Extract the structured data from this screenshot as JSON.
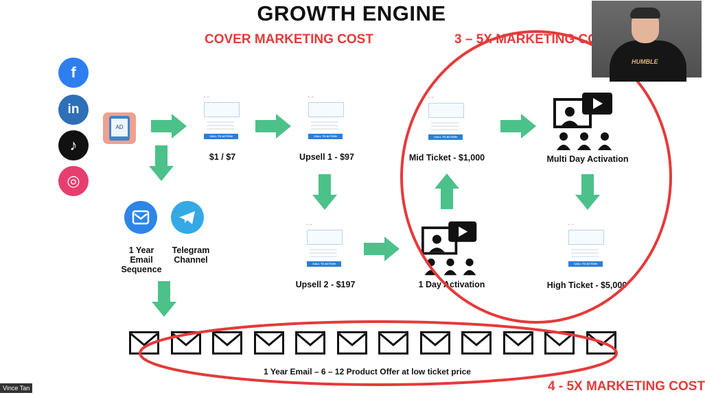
{
  "title": "GROWTH ENGINE",
  "headings": {
    "cover": "COVER MARKETING COST",
    "three_five": "3 – 5X MARKETING COST",
    "four_five": "4 - 5X MARKETING COST"
  },
  "socials": [
    {
      "name": "facebook-icon",
      "glyph": "f",
      "color": "#2d7ff0"
    },
    {
      "name": "linkedin-icon",
      "glyph": "in",
      "color": "#2f6fb7"
    },
    {
      "name": "tiktok-icon",
      "glyph": "♪",
      "color": "#111111"
    },
    {
      "name": "instagram-icon",
      "glyph": "◎",
      "color": "#e83d6f"
    }
  ],
  "ad_label": "AD",
  "cta_label": "CALL TO ACTION",
  "funnel": {
    "tripwire": "$1 / $7",
    "upsell1": "Upsell 1 - $97",
    "upsell2": "Upsell 2 - $197",
    "mid": "Mid Ticket - $1,000",
    "high": "High Ticket - $5,000",
    "one_day": "1 Day Activation",
    "multi_day": "Multi Day Activation",
    "email_seq": "1 Year\nEmail\nSequence",
    "telegram": "Telegram\nChannel"
  },
  "email_count": 12,
  "email_caption": "1 Year Email – 6 – 12 Product Offer at low ticket price",
  "presenter": {
    "name": "Vince Tan",
    "shirt_text": "HUMBLE"
  },
  "colors": {
    "arrow": "#4cc18a",
    "accent_red": "#e53a3a",
    "circle_red": "#e53a3a"
  }
}
